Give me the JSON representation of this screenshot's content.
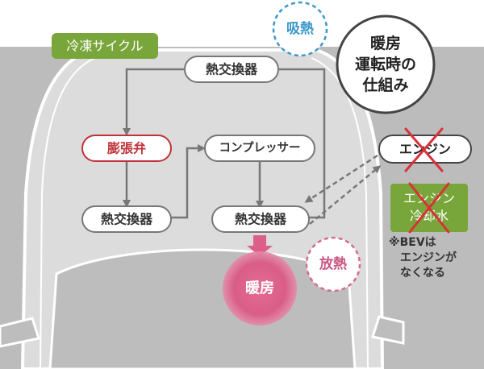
{
  "cycle_label": "冷凍サイクル",
  "nodes": {
    "hx_top": "熱交換器",
    "valve": "膨張弁",
    "compressor": "コンプレッサー",
    "hx_left": "熱交換器",
    "hx_right": "熱交換器",
    "engine": "エンジン",
    "coolant": "エンジン冷却水"
  },
  "absorb": "吸熱",
  "release": "放熱",
  "heating": "暖房",
  "title_lines": [
    "暖房",
    "運転時の",
    "仕組み"
  ],
  "note_lines": [
    "※BEVは",
    "エンジンが",
    "なくなる"
  ],
  "colors": {
    "accent_green": "#79a63a",
    "valve_red": "#c0323a",
    "absorb_blue": "#3a98c8",
    "release_pink": "#d36a90",
    "heat_pink": "#dc5f8a",
    "cross_red": "#d9303a"
  }
}
